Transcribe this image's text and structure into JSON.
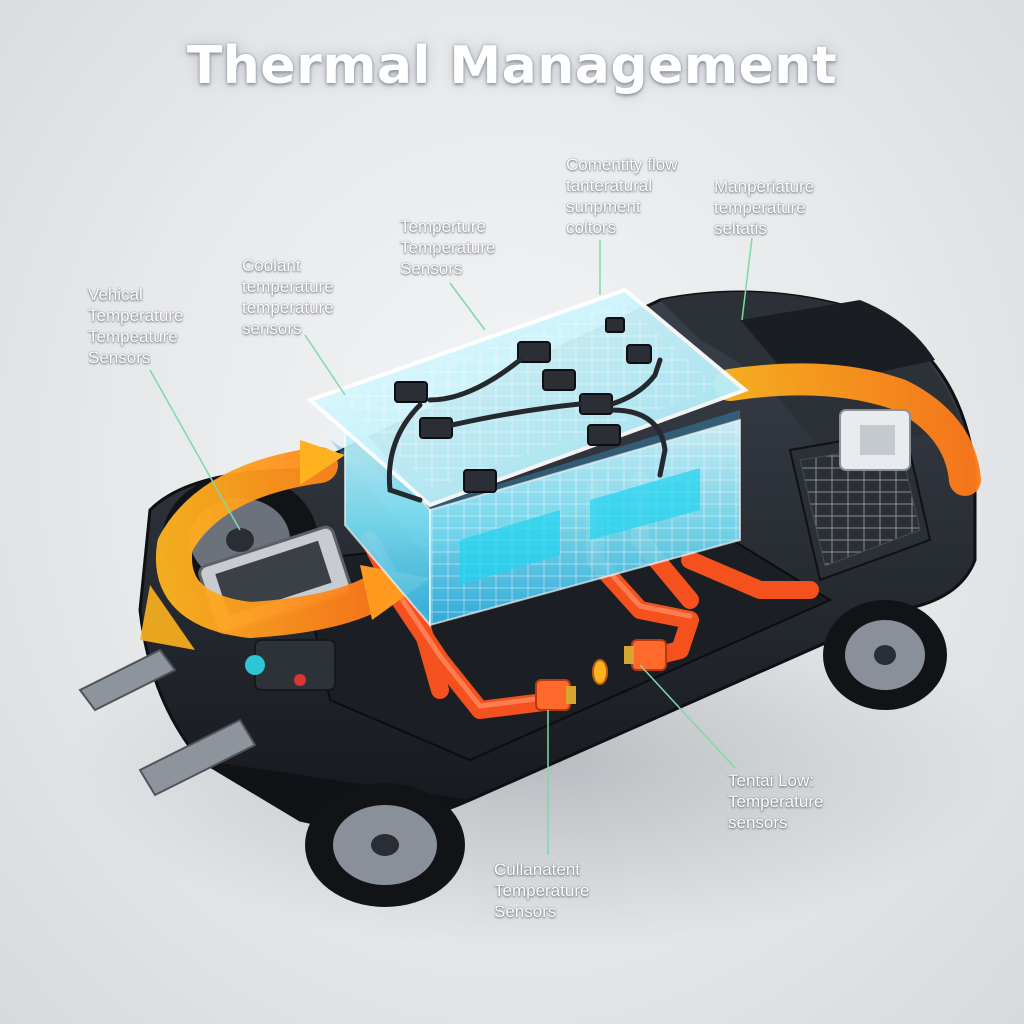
{
  "title": "Thermal Management",
  "labels": [
    {
      "id": "vehical",
      "lines": [
        "Vehical",
        "Temperature",
        "Tempeature",
        "Sensors"
      ]
    },
    {
      "id": "coolant",
      "lines": [
        "Coolant",
        "temperature",
        "temperature",
        "sensors"
      ]
    },
    {
      "id": "temperture",
      "lines": [
        "Temperture",
        "Temperature",
        "Sensors"
      ]
    },
    {
      "id": "comentity",
      "lines": [
        "Comentity flow",
        "tanteratural",
        "sunpment",
        "coltors"
      ]
    },
    {
      "id": "manperiature",
      "lines": [
        "Manperiature",
        "temperature",
        "seltatis"
      ]
    },
    {
      "id": "tentai",
      "lines": [
        "Tentai Low:",
        "Temperature",
        "sensors"
      ]
    },
    {
      "id": "cullanatent",
      "lines": [
        "Cullanatent",
        "Temperature",
        "Sensors"
      ]
    }
  ],
  "colors": {
    "body": "#23272e",
    "coolant_pipe": "#f4511e",
    "flow_arrow": "#ff9a1f",
    "battery_glass": "#7fe3f7",
    "leader_line": "#6fd6a0"
  }
}
